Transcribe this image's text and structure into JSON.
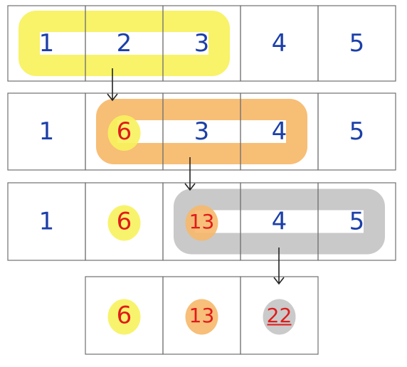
{
  "colors": {
    "number_blue": "#1c3fa8",
    "result_red": "#e01b1b",
    "yellow_highlight": "#f7f25c",
    "orange_highlight": "#f6b86a",
    "gray_highlight": "#c4c4c4",
    "arrow": "#222222"
  },
  "rows": [
    {
      "cells": [
        {
          "text": "1",
          "tone": "blue"
        },
        {
          "text": "2",
          "tone": "blue"
        },
        {
          "text": "3",
          "tone": "blue"
        },
        {
          "text": "4",
          "tone": "blue"
        },
        {
          "text": "5",
          "tone": "blue"
        }
      ]
    },
    {
      "cells": [
        {
          "text": "1",
          "tone": "blue"
        },
        {
          "text": "6",
          "tone": "red",
          "dot": "yellow"
        },
        {
          "text": "3",
          "tone": "blue"
        },
        {
          "text": "4",
          "tone": "blue"
        },
        {
          "text": "5",
          "tone": "blue"
        }
      ]
    },
    {
      "cells": [
        {
          "text": "1",
          "tone": "blue"
        },
        {
          "text": "6",
          "tone": "red",
          "dot": "yellow"
        },
        {
          "text": "13",
          "tone": "red",
          "dot": "orange"
        },
        {
          "text": "4",
          "tone": "blue"
        },
        {
          "text": "5",
          "tone": "blue"
        }
      ]
    },
    {
      "cells": [
        {
          "text": "6",
          "tone": "red",
          "dot": "yellow"
        },
        {
          "text": "13",
          "tone": "red",
          "dot": "orange"
        },
        {
          "text": "22",
          "tone": "red",
          "dot": "gray",
          "underline": true
        }
      ]
    }
  ],
  "windows": [
    {
      "color": "yellow",
      "row": 0,
      "from_cell": 0,
      "to_cell": 2
    },
    {
      "color": "orange",
      "row": 1,
      "from_cell": 1,
      "to_cell": 3
    },
    {
      "color": "gray",
      "row": 2,
      "from_cell": 2,
      "to_cell": 4
    }
  ]
}
